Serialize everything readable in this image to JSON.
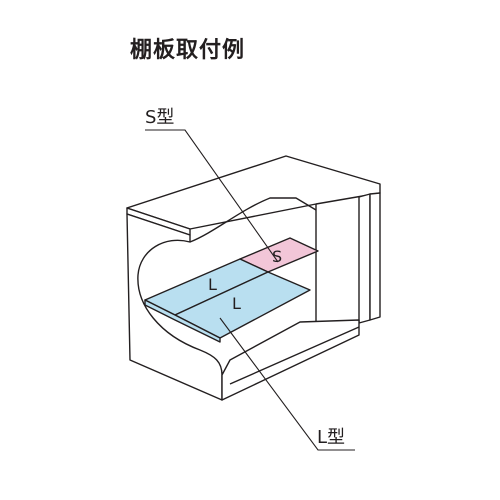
{
  "title": "棚板取付例",
  "callouts": {
    "s_type": "S型",
    "l_type": "L型"
  },
  "shelves": {
    "small": {
      "label": "S",
      "color": "#f2c6d8"
    },
    "large_back": {
      "label": "L",
      "color": "#b9dff0"
    },
    "large_front": {
      "label": "L",
      "color": "#b9dff0"
    }
  },
  "colors": {
    "outline": "#231f20",
    "body_fill": "#ffffff",
    "side_shade": "#eeeeee"
  }
}
